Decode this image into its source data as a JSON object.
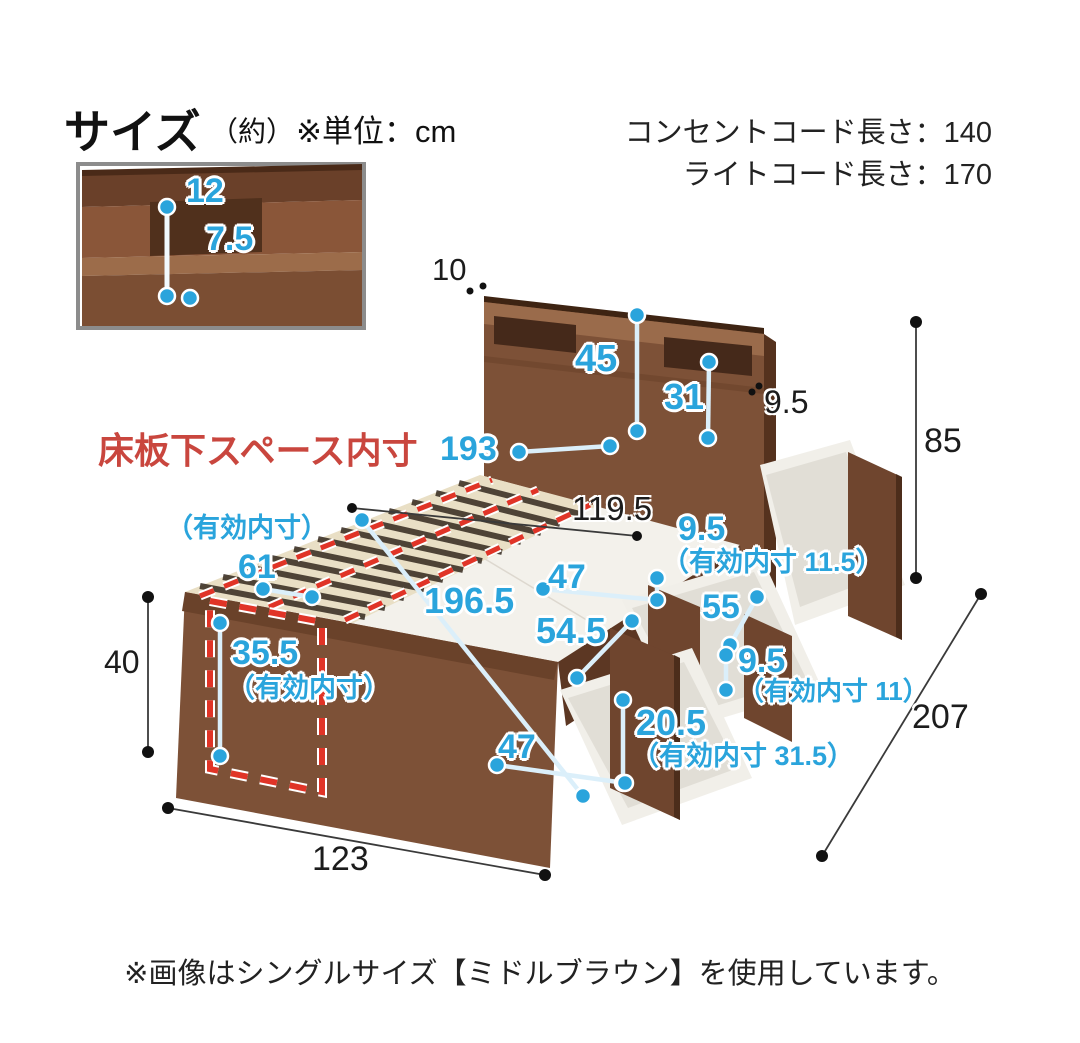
{
  "header": {
    "title": "サイズ",
    "approx": "（約）",
    "unit_note": "※単位：cm",
    "cord_note_1": "コンセントコード長さ：140",
    "cord_note_2": "ライトコード長さ：170"
  },
  "inset": {
    "dim_12": "12",
    "dim_7_5": "7.5"
  },
  "red_area_label": "床板下スペース内寸",
  "dims": {
    "d10": "10",
    "d45": "45",
    "d31": "31",
    "d9_5_head": "9.5",
    "d85": "85",
    "d207": "207",
    "d193": "193",
    "yuko_head": "（有効内寸）",
    "d61": "61",
    "d40": "40",
    "d35_5": "35.5",
    "yuko_35_5": "（有効内寸）",
    "d119_5": "119.5",
    "d9_5_inner": "9.5",
    "d9_5_inner_note": "（有効内寸 11.5）",
    "d47_mid": "47",
    "d55": "55",
    "d196_5": "196.5",
    "d54_5": "54.5",
    "d9_5_lower": "9.5",
    "d9_5_lower_note": "（有効内寸 11）",
    "d20_5": "20.5",
    "d20_5_note": "（有効内寸 31.5）",
    "d47_bottom": "47",
    "d123": "123"
  },
  "footer": {
    "note": "※画像はシングルサイズ【ミドルブラウン】を使用しています。"
  },
  "colors": {
    "accent_cyan": "#2aa4dc",
    "dim_black": "#1c1c1c",
    "red_label": "#c9463e",
    "red_dash": "#e03427",
    "wood_face": "#7d5137",
    "wood_dark": "#55321e",
    "slat_cream": "#e9dfc5",
    "panel_white": "#f3f1eb"
  }
}
